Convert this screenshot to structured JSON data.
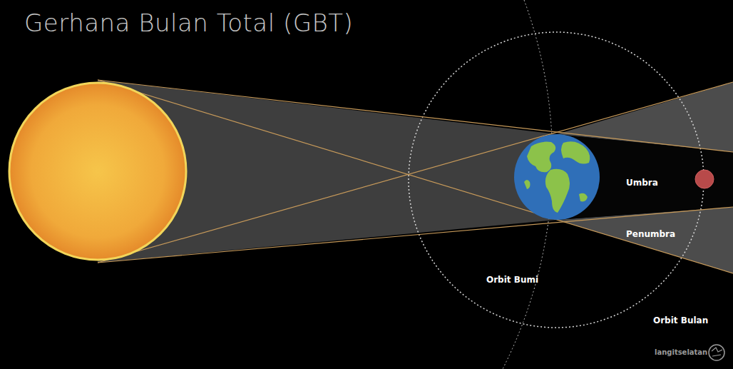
{
  "diagram": {
    "title": "Gerhana Bulan Total (GBT)",
    "labels": [
      "Umbra",
      "Penumbra",
      "Orbit Bumi",
      "Orbit Bulan",
      "langitselatan"
    ]
  }
}
